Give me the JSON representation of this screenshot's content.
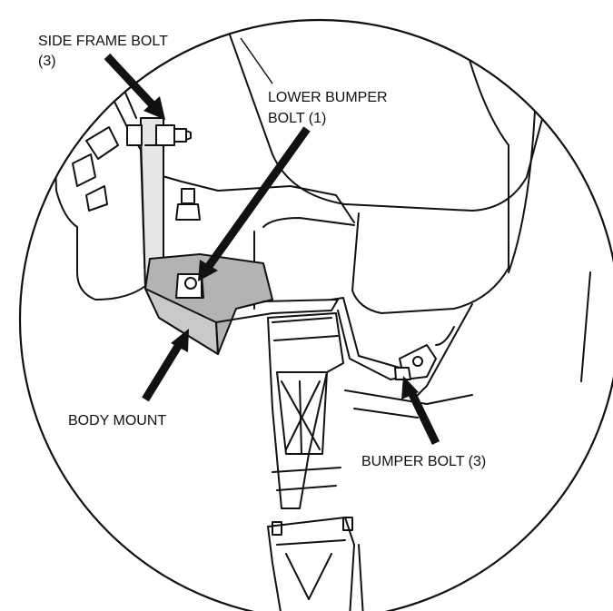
{
  "labels": {
    "side_frame_bolt": [
      "SIDE FRAME BOLT",
      "(3)"
    ],
    "lower_bumper_bolt": [
      "LOWER BUMPER",
      "BOLT (1)"
    ],
    "body_mount": "BODY MOUNT",
    "bumper_bolt": "BUMPER BOLT (3)"
  },
  "colors": {
    "line": "#111111",
    "bracket_fill": "#b3b3b3",
    "background": "#ffffff"
  }
}
